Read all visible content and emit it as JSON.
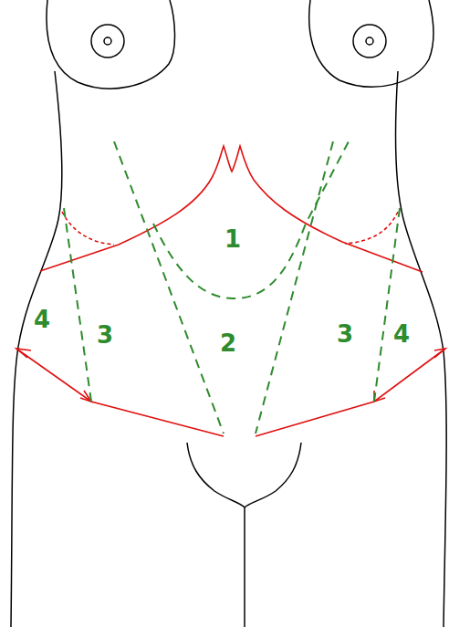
{
  "diagram": {
    "labels": [
      "1",
      "4",
      "3",
      "2",
      "3",
      "4"
    ]
  }
}
